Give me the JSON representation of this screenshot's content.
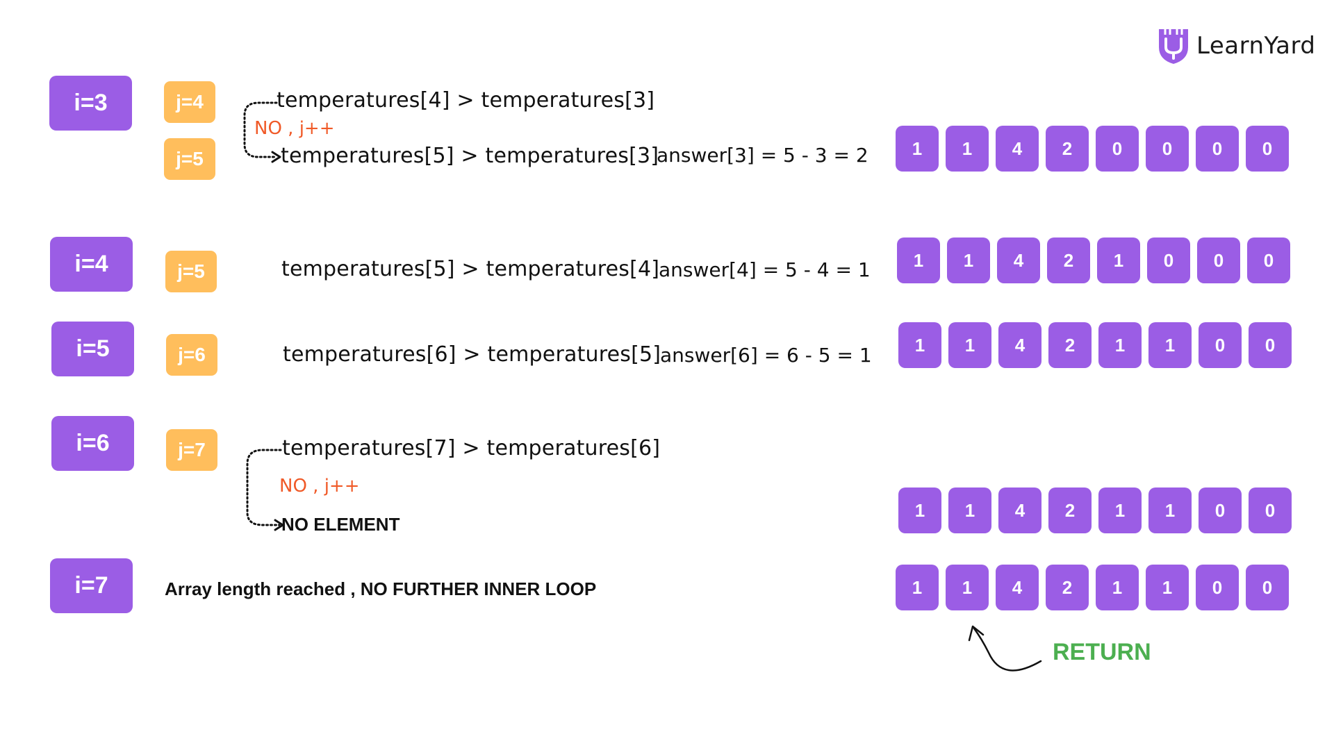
{
  "logo": {
    "text": "LearnYard",
    "color": "#9b5de5"
  },
  "rows": [
    {
      "i_label": "i=3",
      "j_labels": [
        "j=4",
        "j=5"
      ],
      "comparisons": [
        "temperatures[4] > temperatures[3]",
        "temperatures[5] > temperatures[3]"
      ],
      "no_note": "NO , j++",
      "answer": "answer[3] = 5 - 3 = 2",
      "array": [
        "1",
        "1",
        "4",
        "2",
        "0",
        "0",
        "0",
        "0"
      ]
    },
    {
      "i_label": "i=4",
      "j_labels": [
        "j=5"
      ],
      "comparisons": [
        "temperatures[5] > temperatures[4]"
      ],
      "answer": "answer[4] = 5 - 4 = 1",
      "array": [
        "1",
        "1",
        "4",
        "2",
        "1",
        "0",
        "0",
        "0"
      ]
    },
    {
      "i_label": "i=5",
      "j_labels": [
        "j=6"
      ],
      "comparisons": [
        "temperatures[6] > temperatures[5]"
      ],
      "answer": "answer[6] = 6 - 5 = 1",
      "array": [
        "1",
        "1",
        "4",
        "2",
        "1",
        "1",
        "0",
        "0"
      ]
    },
    {
      "i_label": "i=6",
      "j_labels": [
        "j=7"
      ],
      "comparisons": [
        "temperatures[7] > temperatures[6]"
      ],
      "no_note": "NO , j++",
      "no_element": "NO ELEMENT",
      "array": [
        "1",
        "1",
        "4",
        "2",
        "1",
        "1",
        "0",
        "0"
      ]
    },
    {
      "i_label": "i=7",
      "note": "Array length reached , NO  FURTHER INNER LOOP",
      "array": [
        "1",
        "1",
        "4",
        "2",
        "1",
        "1",
        "0",
        "0"
      ]
    }
  ],
  "return_label": "RETURN",
  "colors": {
    "i_box": "#9b5de5",
    "j_box": "#ffbe5c",
    "cell": "#9b5de5",
    "no_text": "#f05a28",
    "return_text": "#4caf50"
  }
}
